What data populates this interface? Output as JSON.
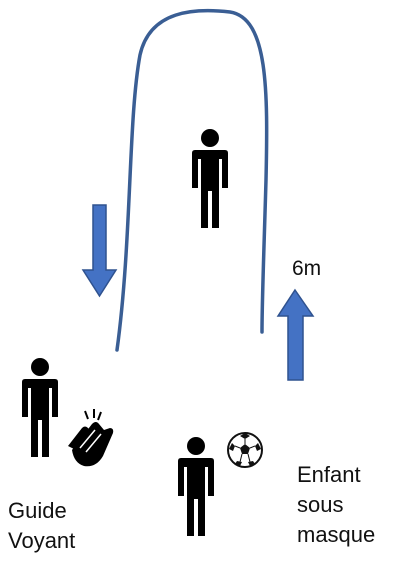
{
  "distance_label": "6m",
  "guide_label_lines": [
    "Guide",
    "Voyant"
  ],
  "child_label_lines": [
    "Enfant",
    "sous",
    "masque"
  ],
  "icons": {
    "person": "person-icon",
    "clap": "clapping-hands-icon",
    "ball": "soccer-ball-icon",
    "arrow_down": "arrow-down-icon",
    "arrow_up": "arrow-up-icon"
  },
  "colors": {
    "path": "#3a5e94",
    "arrow_fill": "#4472c4",
    "arrow_stroke": "#2f528f",
    "figure": "#000000",
    "text": "#111111"
  }
}
